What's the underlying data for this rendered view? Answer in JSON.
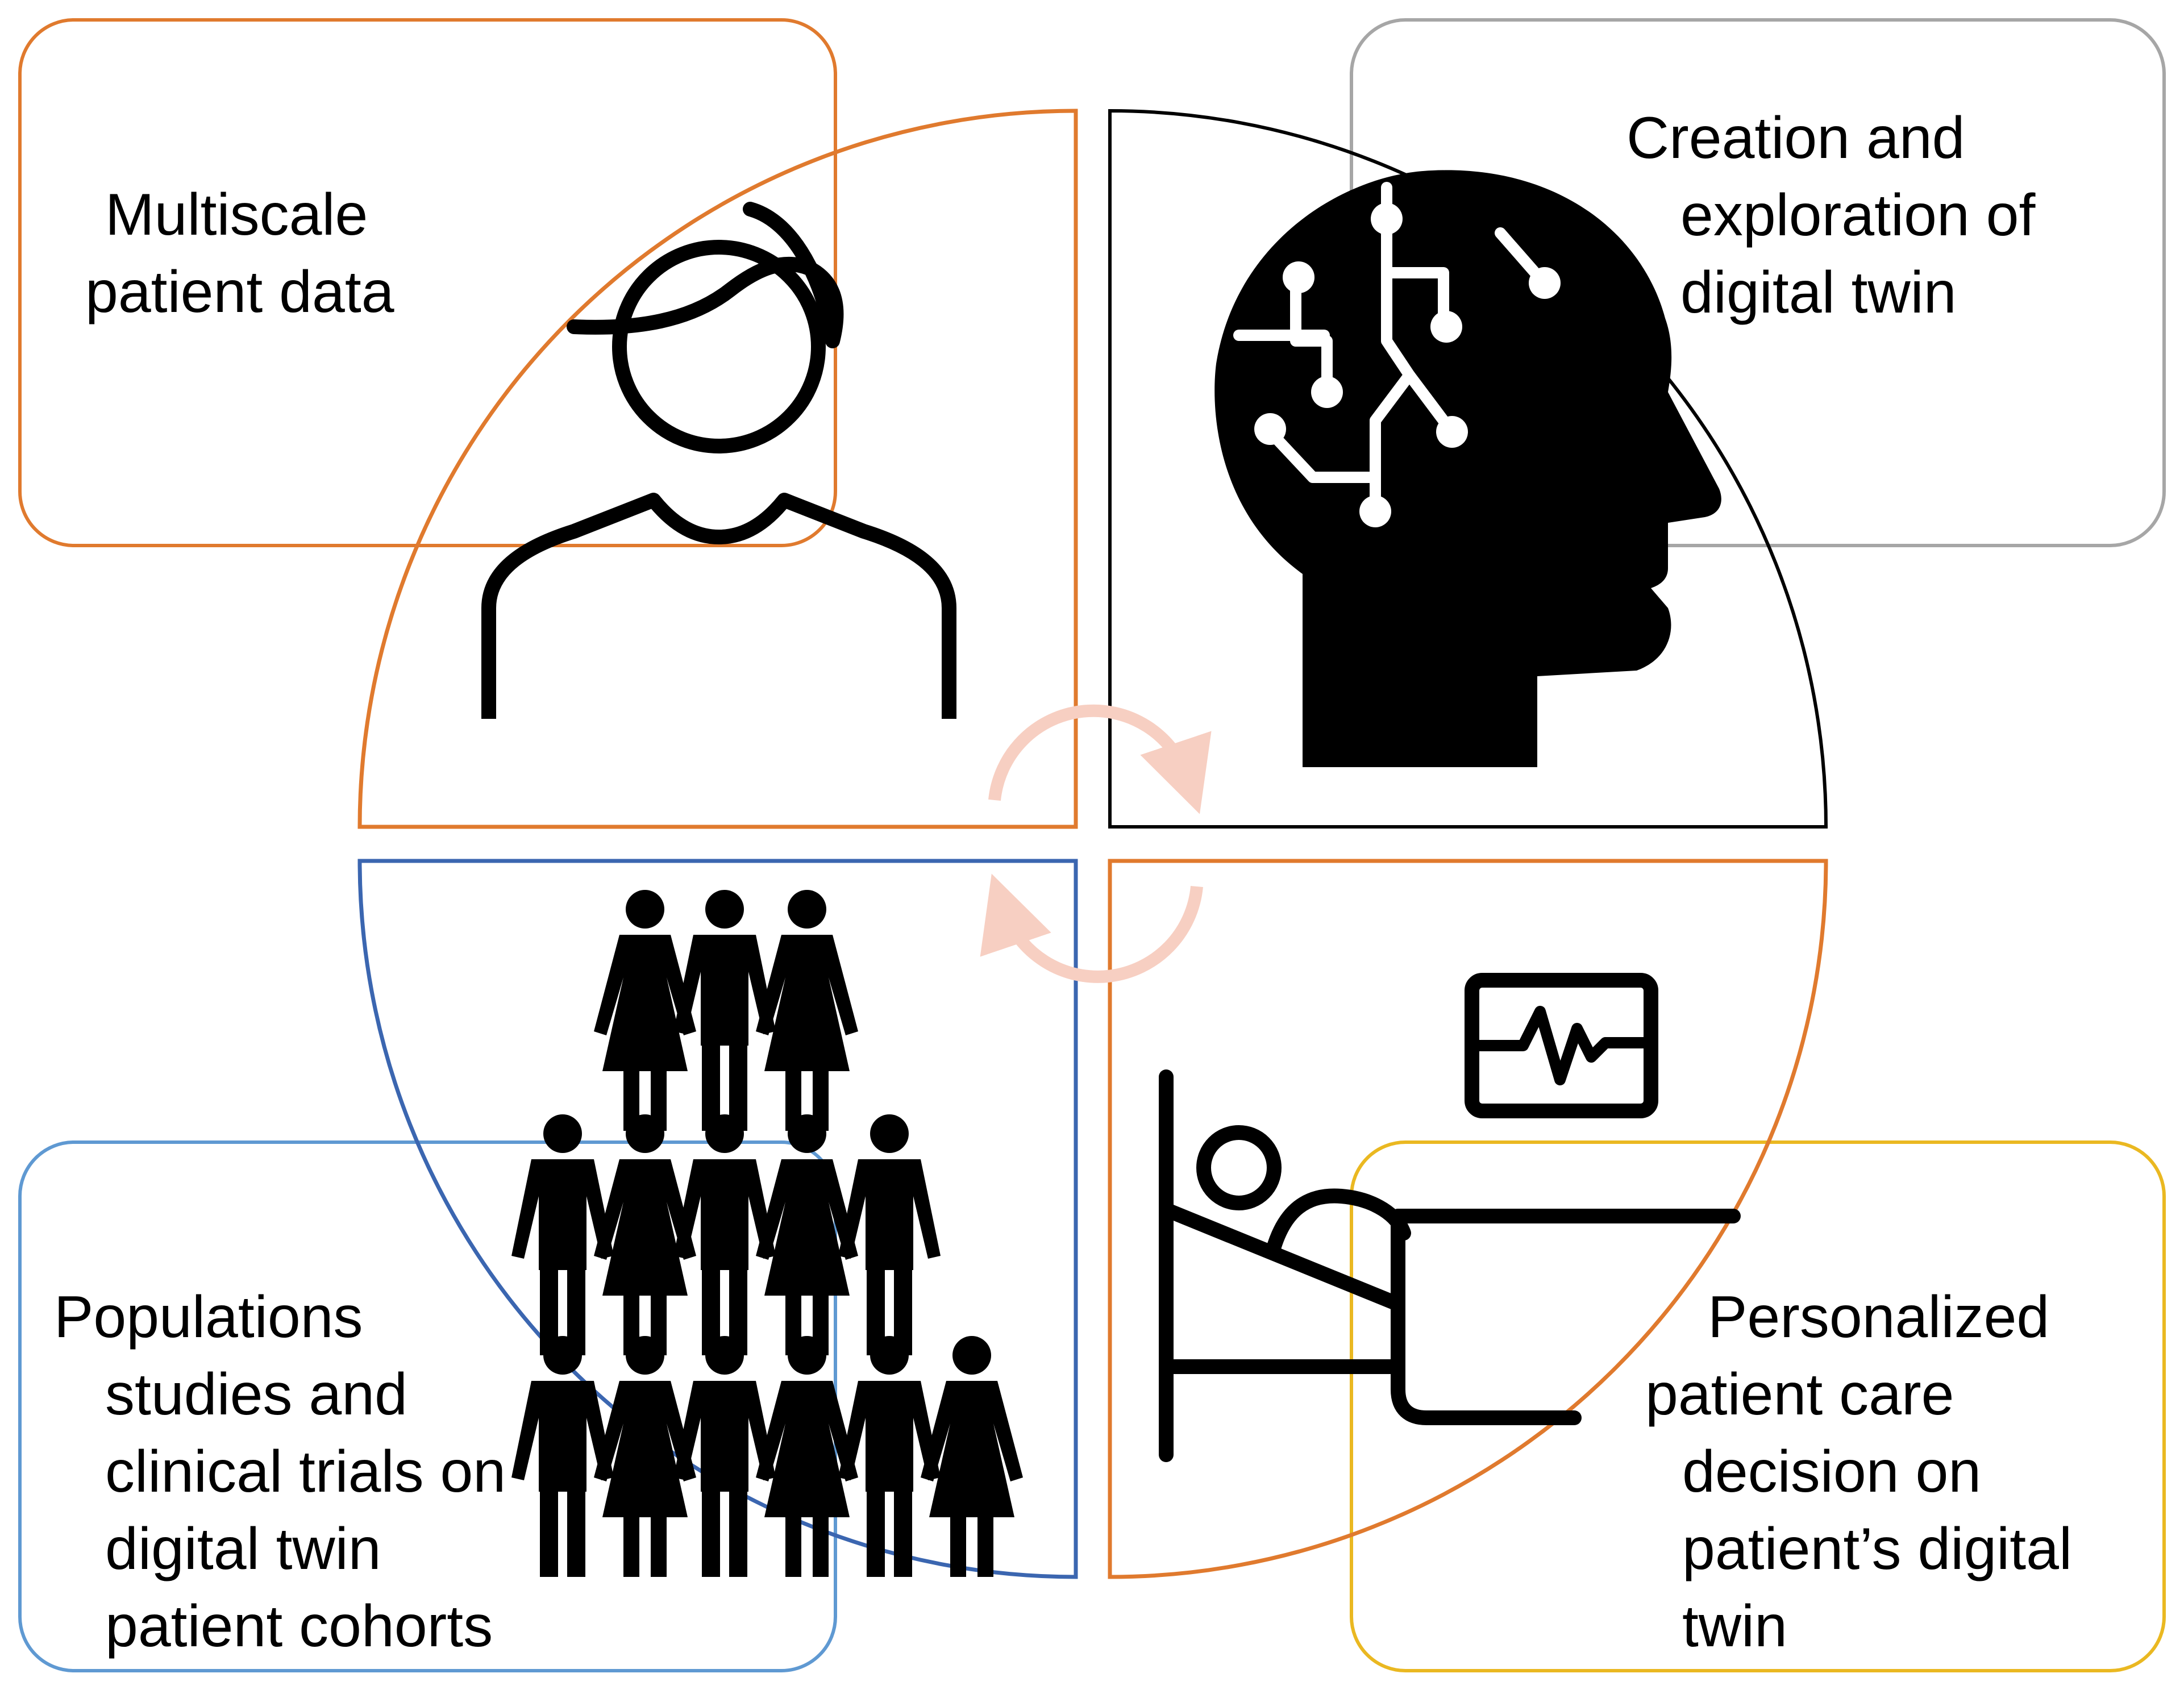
{
  "colors": {
    "orange": "#e07a2e",
    "black": "#000000",
    "gray": "#a6a6a6",
    "blue": "#3b66b0",
    "light_blue": "#5f99d2",
    "yellow": "#eab821",
    "cycle_arrow": "#f7cfc2"
  },
  "quadrants": {
    "patient_data": {
      "icon": "person-icon",
      "label": [
        "Multiscale",
        "patient data"
      ]
    },
    "digital_twin": {
      "icon": "ai-head-icon",
      "label": [
        "Creation and",
        "exploration of",
        "digital twin"
      ]
    },
    "population": {
      "icon": "crowd-icon",
      "label": [
        "Populations",
        "studies and",
        "clinical trials on",
        "digital twin",
        "patient cohorts"
      ]
    },
    "patient_care": {
      "icon": "hospital-bed-icon",
      "label": [
        "Personalized",
        "patient care",
        "decision on",
        "patient’s digital",
        "twin"
      ]
    }
  },
  "cycle": {
    "icon": "cycle-arrows-icon"
  }
}
